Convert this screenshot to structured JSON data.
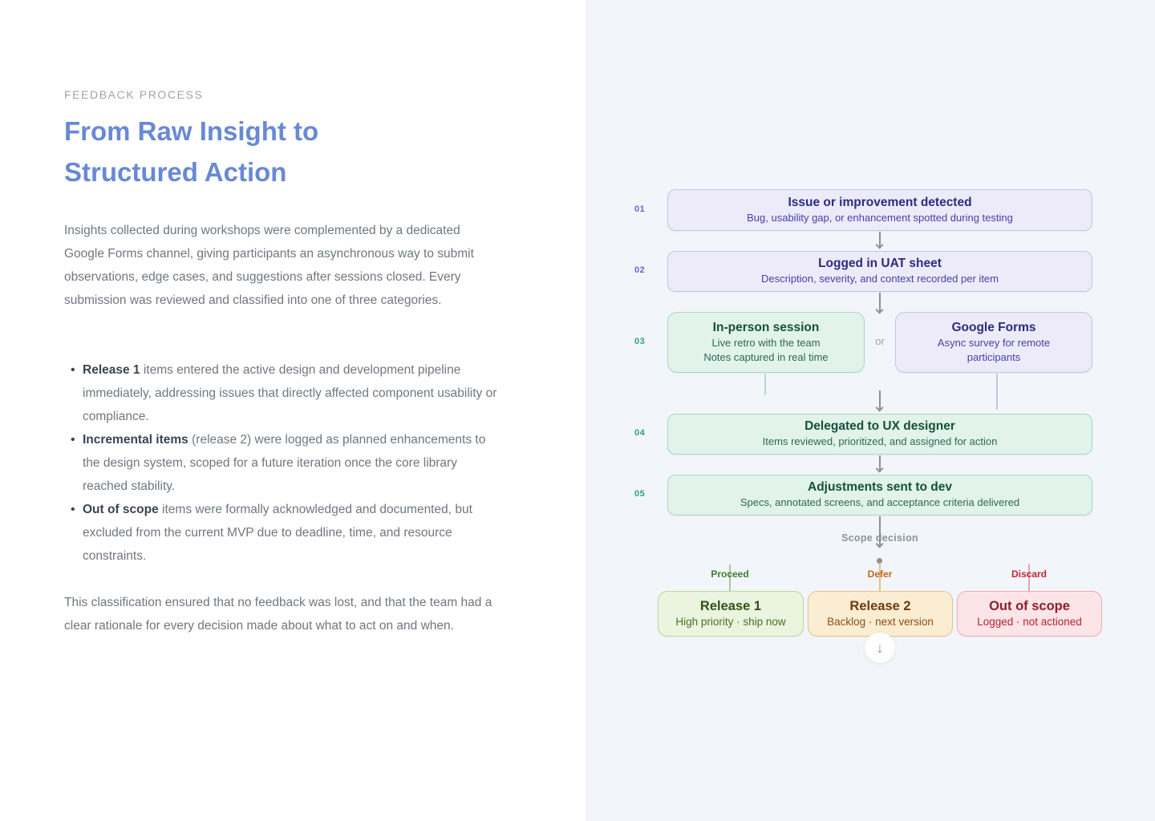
{
  "left_panel": {
    "eyebrow": "FEEDBACK PROCESS",
    "title_line1": "From Raw Insight to",
    "title_line2": "Structured Action",
    "intro": "Insights collected during workshops were complemented by a dedicated Google Forms channel, giving participants an asynchronous way to submit observations, edge cases, and suggestions after sessions closed. Every submission was reviewed and classified into one of three categories.",
    "bullets": [
      {
        "lead": "Release 1",
        "rest": " items entered the active design and development pipeline immediately, addressing issues that directly affected component usability or compliance."
      },
      {
        "lead": "Incremental items",
        "rest": " (release 2) were logged as planned enhancements to the design system, scoped for a future iteration once the core library reached stability."
      },
      {
        "lead": "Out of scope",
        "rest": " items were formally acknowledged and documented, but excluded from the current MVP due to deadline, time, and resource constraints."
      }
    ],
    "outro": "This classification ensured that no feedback was lost, and that the team had a clear rationale for every decision made about what to act on and when."
  },
  "flow": {
    "steps": [
      {
        "num": "01",
        "title": "Issue or improvement detected",
        "subtitle": "Bug, usability gap, or enhancement spotted during testing"
      },
      {
        "num": "02",
        "title": "Logged in UAT sheet",
        "subtitle": "Description, severity, and context recorded per item"
      },
      {
        "num": "03"
      },
      {
        "num": "04",
        "title": "Delegated to UX designer",
        "subtitle": "Items reviewed, prioritized, and assigned for action"
      },
      {
        "num": "05",
        "title": "Adjustments sent to dev",
        "subtitle": "Specs, annotated screens, and acceptance criteria delivered"
      }
    ],
    "in_person": {
      "title": "In-person session",
      "line1": "Live retro with the team",
      "line2": "Notes captured in real time"
    },
    "or_label": "or",
    "google_forms": {
      "title": "Google Forms",
      "subtitle": "Async survey for remote participants"
    },
    "scope_label": "Scope decision",
    "decisions": [
      {
        "label": "Proceed",
        "title": "Release 1",
        "subtitle": "High priority · ship now"
      },
      {
        "label": "Defer",
        "title": "Release 2",
        "subtitle": "Backlog · next version"
      },
      {
        "label": "Discard",
        "title": "Out of scope",
        "subtitle": "Logged · not actioned"
      }
    ],
    "more_icon": "↓"
  },
  "colors": {
    "page_title": "#6889d4",
    "panel_right_bg": "#f2f6fa",
    "purple_box_bg": "#edebf9",
    "purple_text": "#2e2b80",
    "green_box_bg": "#e2f3ea",
    "green_text": "#14503f",
    "step_num_purple": "#6c63d1",
    "step_num_green": "#2ea277",
    "proceed": "#3e7c2e",
    "defer": "#c2661c",
    "discard": "#c22633",
    "release1_bg": "#eaf4df",
    "release2_bg": "#fbedd2",
    "out_of_scope_bg": "#fce4e7",
    "arrow_gray": "#8b919a"
  }
}
